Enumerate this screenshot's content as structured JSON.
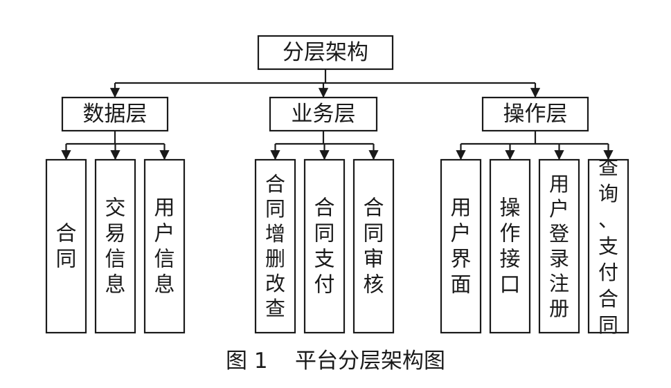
{
  "root": {
    "label": "分层架构"
  },
  "layers": [
    {
      "label": "数据层",
      "children": [
        {
          "label": "合同"
        },
        {
          "label": "交易信息"
        },
        {
          "label": "用户信息"
        }
      ]
    },
    {
      "label": "业务层",
      "children": [
        {
          "label": "合同增删改查"
        },
        {
          "label": "合同支付"
        },
        {
          "label": "合同审核"
        }
      ]
    },
    {
      "label": "操作层",
      "children": [
        {
          "label": "用户界面"
        },
        {
          "label": "操作接口"
        },
        {
          "label": "用户登录注册"
        },
        {
          "label": "查询、支付合同"
        }
      ]
    }
  ],
  "caption": {
    "figure": "图 1",
    "title": "平台分层架构图"
  },
  "colors": {
    "stroke": "#1a1a1a",
    "fill": "#ffffff",
    "background": "#ffffff"
  }
}
